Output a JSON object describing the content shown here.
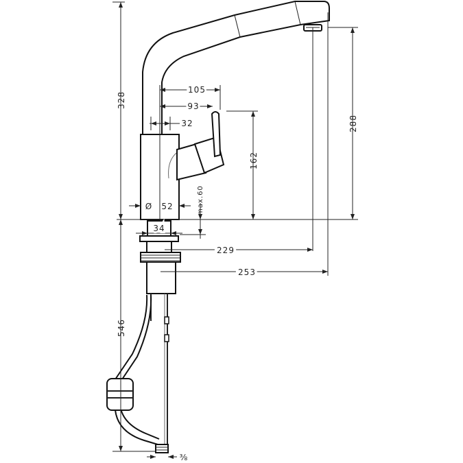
{
  "dimensions": {
    "total_height": "328",
    "spout_height": "288",
    "handle_height": "162",
    "reach_handle_outer": "105",
    "reach_handle_inner": "93",
    "body_offset": "32",
    "body_diameter_symbol": "Ø",
    "body_diameter": "52",
    "max_thickness": "max.60",
    "shank_diameter": "34",
    "spout_reach": "229",
    "total_reach": "253",
    "hose_length": "546",
    "connection_size": "⅜"
  }
}
